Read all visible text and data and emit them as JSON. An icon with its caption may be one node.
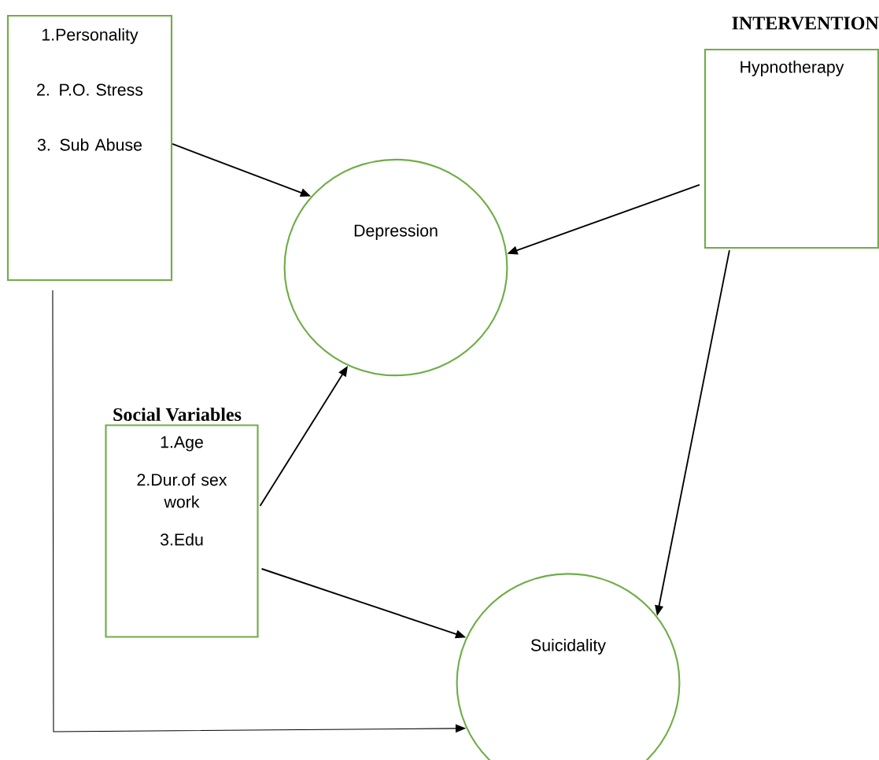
{
  "diagram": {
    "nodes": [
      {
        "text": [
          "1.Personality",
          "2. P.O. Stress",
          "3. Sub Abuse"
        ]
      },
      {
        "text": [
          "Depression"
        ]
      },
      {
        "text": [
          "INTERVENTION",
          "Hypnotherapy"
        ]
      },
      {
        "text": [
          "Social Variables",
          "1.Age",
          "2.Dur.of sex work",
          "3.Edu"
        ]
      },
      {
        "text": [
          "Suicidality"
        ]
      }
    ],
    "edges": [
      {
        "from": 0,
        "to": 1,
        "arrow": "to"
      },
      {
        "from": 2,
        "to": 1,
        "arrow": "to"
      },
      {
        "from": 2,
        "to": 4,
        "arrow": "to"
      },
      {
        "from": 3,
        "to": 1,
        "arrow": "to"
      },
      {
        "from": 3,
        "to": 4,
        "arrow": "to"
      },
      {
        "from": 0,
        "to": 4,
        "arrow": "to"
      }
    ]
  }
}
